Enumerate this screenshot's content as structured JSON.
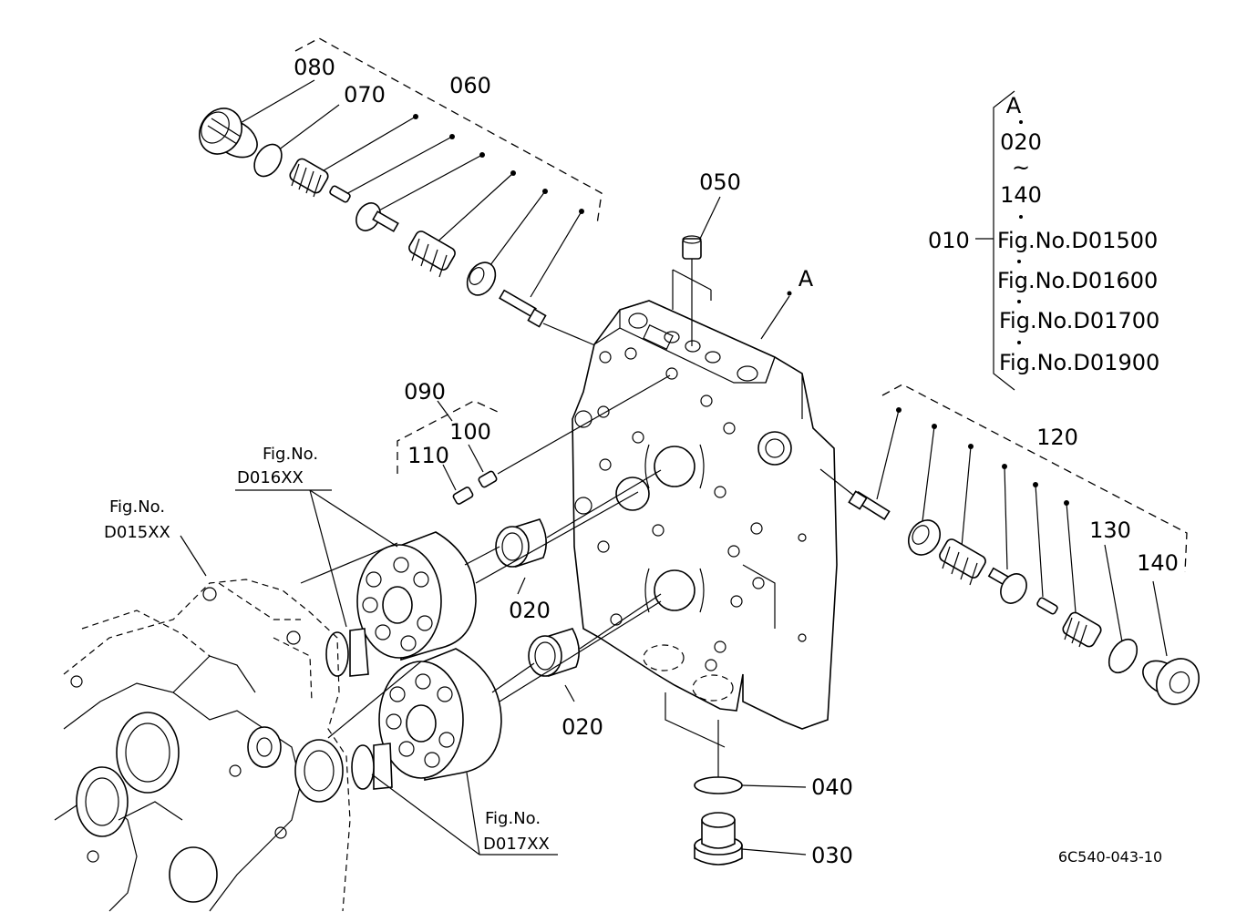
{
  "labels": {
    "p080": "080",
    "p070": "070",
    "p060": "060",
    "p050": "050",
    "pA": "A",
    "p090": "090",
    "p100": "100",
    "p110": "110",
    "p020a": "020",
    "p020b": "020",
    "p120": "120",
    "p130": "130",
    "p140": "140",
    "p040": "040",
    "p030": "030",
    "ref_fig_label_1": "Fig.No.",
    "ref_fig_code_1": "D016XX",
    "ref_fig_label_2": "Fig.No.",
    "ref_fig_code_2": "D015XX",
    "ref_fig_label_3": "Fig.No.",
    "ref_fig_code_3": "D017XX"
  },
  "legend": {
    "top_letter": "A",
    "range_start": "020",
    "tilde": "~",
    "range_end": "140",
    "assembly_no": "010",
    "figs": [
      "Fig.No.D01500",
      "Fig.No.D01600",
      "Fig.No.D01700",
      "Fig.No.D01900"
    ]
  },
  "drawing_code": "6C540-043-10"
}
